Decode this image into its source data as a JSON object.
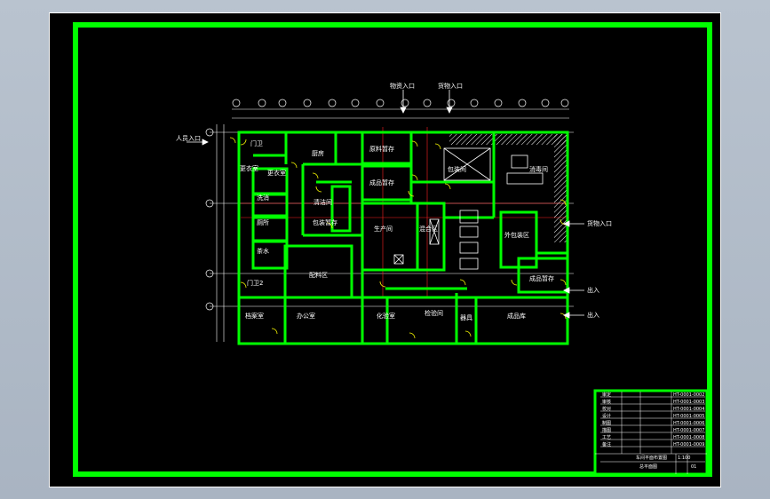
{
  "drawing": {
    "entrances": {
      "staff_entrance": "人员入口",
      "top_entrance_1": "物资入口",
      "top_entrance_2": "货物入口",
      "right_entrance": "货物入口",
      "right_label_2": "出入",
      "right_label_3": "出入"
    },
    "rooms": {
      "guard": "门卫",
      "changing_1": "更衣室",
      "changing_2": "更衣室",
      "guard_2": "门卫2",
      "washroom": "洗消",
      "toilet": "厕所",
      "pantry": "茶水",
      "kitchen": "厨房",
      "cleaning": "清洁间",
      "raw_storage": "原料暂存",
      "raw_storage_2": "成品暂存",
      "prep_room": "配料区",
      "production": "生产间",
      "mixing": "混合区",
      "packing_room": "包装间",
      "outer_packing": "外包装区",
      "office": "办公室",
      "lab_room": "化验室",
      "finished_storage": "成品暂存",
      "inspection": "检验间",
      "product_hall": "成品库",
      "records": "档案室",
      "tool_room": "器具",
      "pack_storage": "包装暂存",
      "disinfect": "消毒间"
    },
    "title_block": {
      "rows": [
        [
          "审定",
          "",
          "",
          "HT-0001-0002"
        ],
        [
          "审核",
          "",
          "",
          "HT-0001-0003"
        ],
        [
          "校对",
          "",
          "",
          "HT-0001-0004"
        ],
        [
          "设计",
          "",
          "",
          "HT-0001-0005"
        ],
        [
          "制图",
          "",
          "",
          "HT-0001-0006"
        ],
        [
          "描图",
          "",
          "",
          "HT-0001-0007"
        ],
        [
          "工艺",
          "",
          "",
          "HT-0001-0008"
        ],
        [
          "备注",
          "",
          "",
          "HT-0001-0009"
        ]
      ],
      "project": "车间平面布置图",
      "drawing_title": "总平面图",
      "sheet": "1:100",
      "number": "01"
    }
  }
}
